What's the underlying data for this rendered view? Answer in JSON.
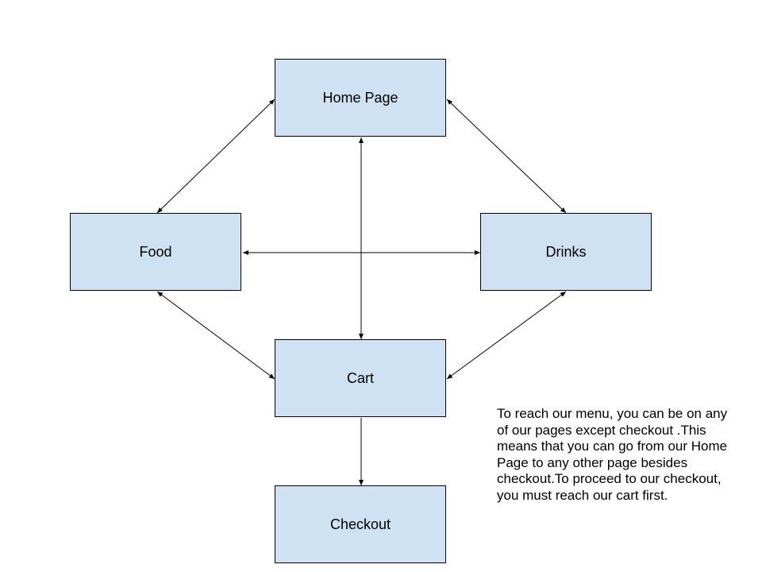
{
  "nodes": {
    "home": "Home Page",
    "food": "Food",
    "drinks": "Drinks",
    "cart": "Cart",
    "checkout": "Checkout"
  },
  "edges": [
    {
      "from": "home",
      "to": "food",
      "direction": "both"
    },
    {
      "from": "home",
      "to": "drinks",
      "direction": "both"
    },
    {
      "from": "home",
      "to": "cart",
      "direction": "both"
    },
    {
      "from": "food",
      "to": "drinks",
      "direction": "both"
    },
    {
      "from": "food",
      "to": "cart",
      "direction": "both"
    },
    {
      "from": "drinks",
      "to": "cart",
      "direction": "both"
    },
    {
      "from": "cart",
      "to": "checkout",
      "direction": "forward"
    }
  ],
  "note": "To reach our menu, you can be on any\nof our pages except checkout .This\nmeans that you can go from our Home\nPage to any other page besides\ncheckout.To proceed to our checkout,\nyou must reach our cart first.",
  "colors": {
    "node_fill": "#cfe2f3",
    "node_border": "#000000",
    "line": "#000000"
  }
}
